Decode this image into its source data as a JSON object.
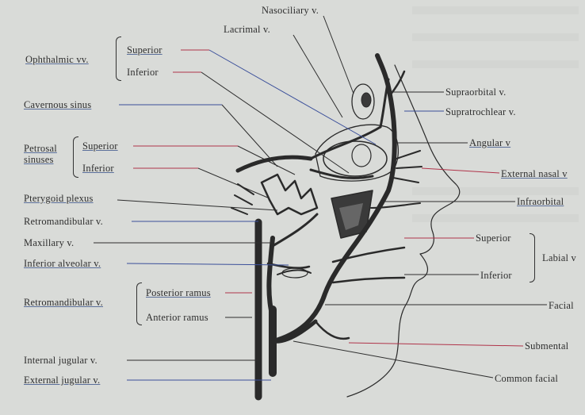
{
  "labels": {
    "nasociliary": "Nasociliary v.",
    "lacrimal": "Lacrimal v.",
    "ophthalmic": "Ophthalmic vv.",
    "superior": "Superior",
    "inferior": "Inferior",
    "supraorbital": "Supraorbital v.",
    "supratrochlear": "Supratrochlear v.",
    "cavernous": "Cavernous sinus",
    "angular": "Angular v",
    "petrosal": "Petrosal",
    "sinuses": "sinuses",
    "petrosal_superior": "Superior",
    "petrosal_inferior": "Inferior",
    "external_nasal": "External nasal v",
    "pterygoid": "Pterygoid plexus",
    "infraorbital": "Infraorbital",
    "retromandibular_v": "Retromandibular v.",
    "maxillary": "Maxillary v.",
    "labial_superior": "Superior",
    "labial": "Labial v",
    "inferior_alveolar": "Inferior alveolar v.",
    "labial_inferior": "Inferior",
    "retromandibular": "Retromandibular v.",
    "posterior_ramus": "Posterior ramus",
    "anterior_ramus": "Anterior ramus",
    "facial": "Facial",
    "submental": "Submental",
    "internal_jugular": "Internal jugular v.",
    "external_jugular": "External jugular v.",
    "common_facial": "Common facial"
  },
  "colors": {
    "leader_red": "#b0344a",
    "leader_blue": "#3a4f9a",
    "vein": "#2a2a2a"
  }
}
